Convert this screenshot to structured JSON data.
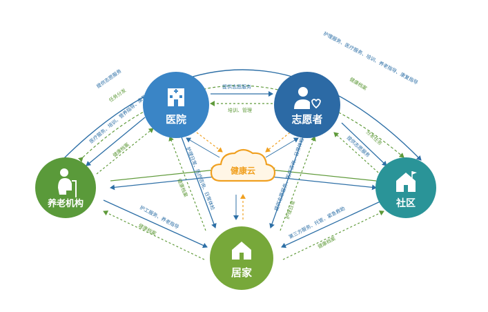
{
  "nodes": {
    "hospital": {
      "label": "医院",
      "color": "#3a85c6"
    },
    "volunteer": {
      "label": "志愿者",
      "color": "#2c6aa5"
    },
    "elderly_home": {
      "label": "养老机构",
      "color": "#5a9a3a"
    },
    "community": {
      "label": "社区",
      "color": "#2a9498"
    },
    "home": {
      "label": "居家",
      "color": "#77a83a"
    },
    "cloud": {
      "label": "健康云",
      "color": "#f0a020"
    }
  },
  "edges": {
    "top_arc_right": "护理服务、医疗服务、培训、养老指导、康复指导",
    "top_arc_left": "提供志愿服务",
    "top_arc_task": "任务分发",
    "top_arc_health": "健康档案",
    "hosp_to_vol": "提供志愿服务",
    "vol_to_hosp": "培训、管理",
    "hosp_to_elder_service": "医疗服务、培训、营养指导、康复指导",
    "elder_to_hosp": "健康档案",
    "vol_comm_task": "分发任务",
    "comm_vol_service": "提供志愿服务",
    "hosp_home_care": "护理日常、医疗咨询、日常体检",
    "home_hosp_record": "健康档案",
    "vol_home_service": "提供志愿服务、医疗咨询、日常体检",
    "home_vol_care": "护理日常",
    "elder_home_care": "护工服务、养老指导",
    "home_elder_record": "健康档案",
    "comm_home_service": "第三方服务、托管、紧急救助",
    "home_comm_record": "健康档案"
  },
  "colors": {
    "blue_arrow": "#2d6fa6",
    "green_arrow": "#5f9a3a",
    "orange_arrow": "#f0a020"
  }
}
